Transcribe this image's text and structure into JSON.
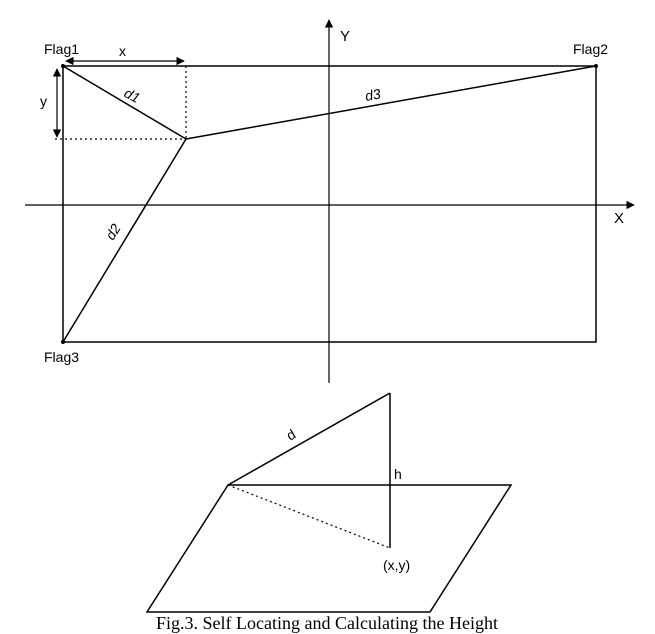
{
  "labels": {
    "flag1": "Flag1",
    "flag2": "Flag2",
    "flag3": "Flag3",
    "axis_x": "X",
    "axis_y": "Y",
    "dim_x": "x",
    "dim_y": "y",
    "d1": "d1",
    "d2": "d2",
    "d3": "d3",
    "d": "d",
    "h": "h",
    "point": "(x,y)"
  },
  "caption": "Fig.3. Self Locating and Calculating the Height"
}
